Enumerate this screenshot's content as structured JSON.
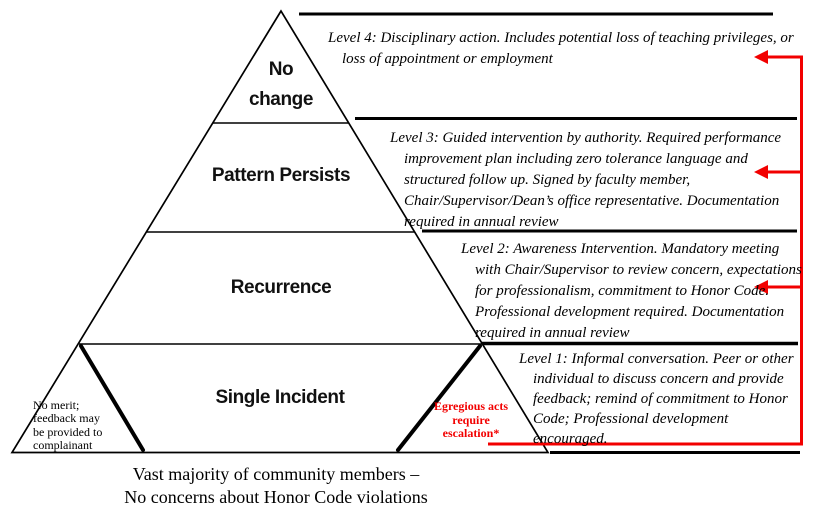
{
  "colors": {
    "accent-red": "#f20000",
    "ink": "#000000",
    "background": "#ffffff"
  },
  "pyramid": {
    "tiers": [
      {
        "line1": "No",
        "line2": "change"
      },
      {
        "label": "Pattern Persists"
      },
      {
        "label": "Recurrence"
      },
      {
        "label": "Single Incident"
      }
    ],
    "left_corner_note": {
      "lines": [
        "No merit;",
        "feedback may",
        "be provided to",
        "complainant"
      ]
    },
    "right_corner_note": {
      "lines": [
        "Egregious acts",
        "require",
        "escalation*"
      ]
    }
  },
  "annotations": [
    {
      "lines": [
        "Level 4: Disciplinary action. Includes potential loss of teaching privileges, or",
        "loss of appointment or employment"
      ]
    },
    {
      "lines": [
        "Level 3: Guided intervention by authority. Required performance",
        "improvement plan including zero tolerance language and",
        "structured follow up. Signed by faculty member,",
        "Chair/Supervisor/Dean’s office representative. Documentation",
        "required in annual review"
      ]
    },
    {
      "lines": [
        "Level 2: Awareness Intervention. Mandatory meeting",
        "with Chair/Supervisor to review concern, expectations",
        "for professionalism, commitment to Honor Code.",
        "Professional development required. Documentation",
        "required in annual review"
      ]
    },
    {
      "lines": [
        "Level 1: Informal conversation. Peer or other",
        "individual to discuss concern and provide",
        "feedback; remind of commitment to Honor",
        "Code; Professional development",
        "encouraged."
      ]
    }
  ],
  "caption": {
    "lines": [
      "Vast majority of community members –",
      "No concerns about Honor Code violations"
    ]
  }
}
